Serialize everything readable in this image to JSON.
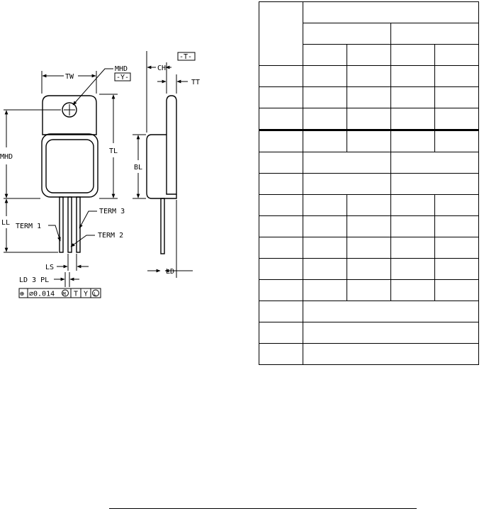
{
  "labels": {
    "tw": "TW",
    "mhd_top": "MHD",
    "datum_y": "-Y-",
    "ch": "CH",
    "datum_t": "-T-",
    "tt": "TT",
    "mhd_side": "MHD",
    "tl": "TL",
    "bl": "BL",
    "ll": "LL",
    "term1": "TERM 1",
    "term2": "TERM 2",
    "term3": "TERM 3",
    "ls": "LS",
    "ld_side": "LD",
    "ld_note": "LD 3 PL"
  },
  "tolerance_frame": {
    "symbol": "⊕",
    "value": "⌀0.014",
    "modifier": "M",
    "datum1": "T",
    "datum2": "Y",
    "datum3": "L"
  },
  "colors": {
    "ink": "#000000",
    "background": "#ffffff"
  }
}
